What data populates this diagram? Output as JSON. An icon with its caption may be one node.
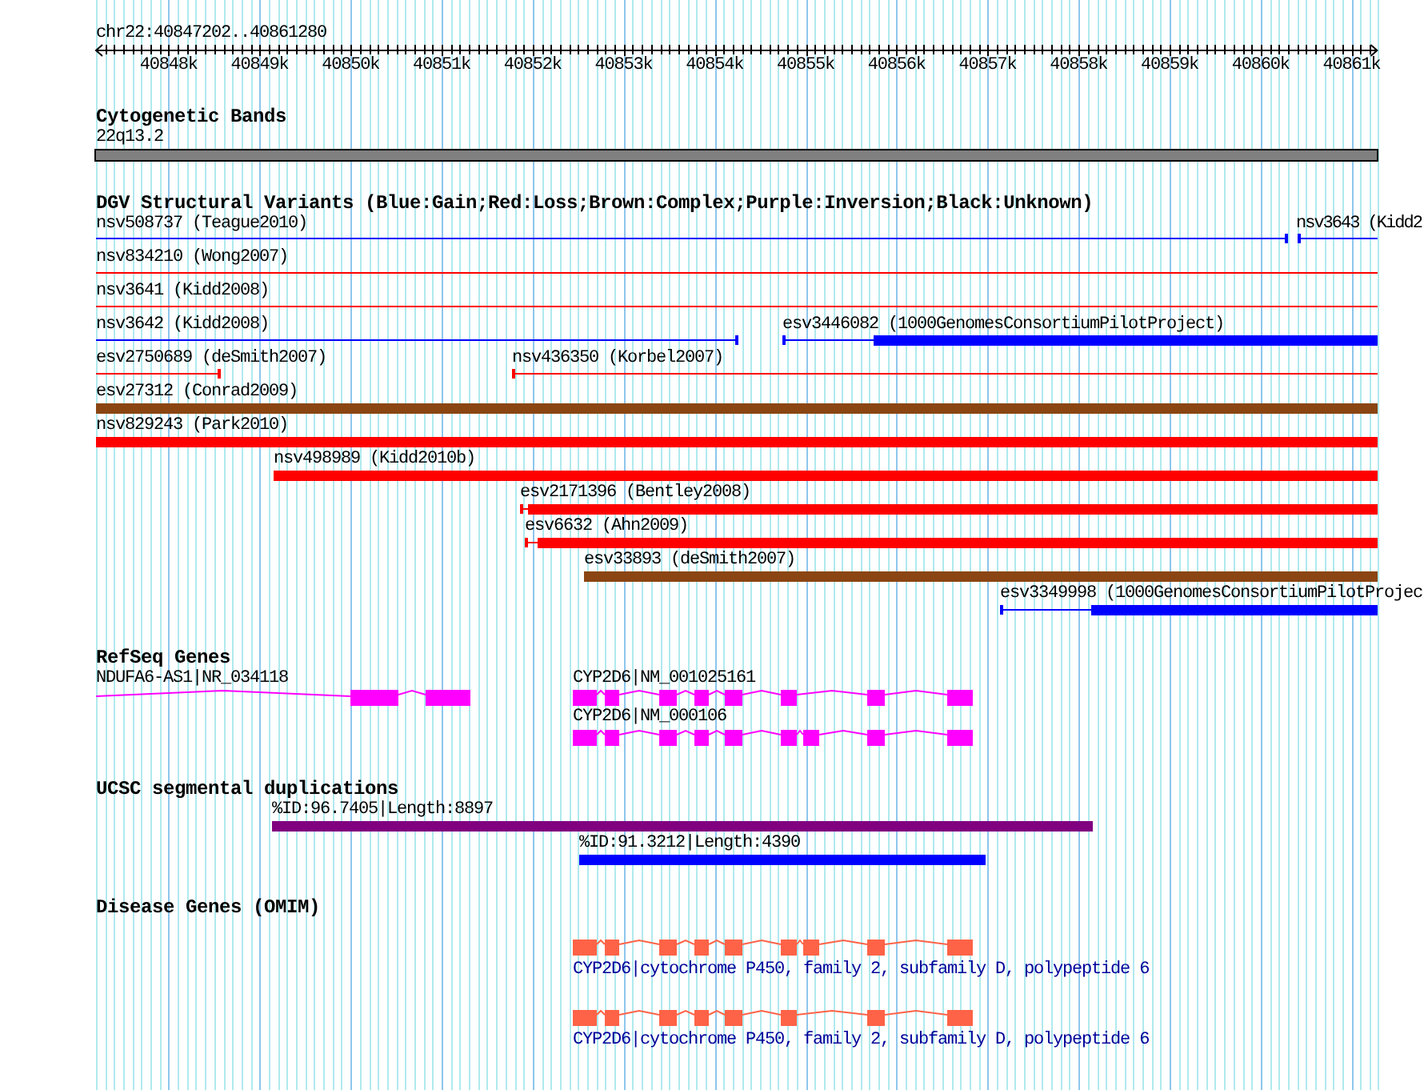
{
  "diagram": {
    "labels": [
      "chr22:40847202..40861280",
      "40848k",
      "40849k",
      "40850k",
      "40851k",
      "40852k",
      "40853k",
      "40854k",
      "40855k",
      "40856k",
      "40857k",
      "40858k",
      "40859k",
      "40860k",
      "40861k",
      "Cytogenetic Bands",
      "22q13.2",
      "DGV Structural Variants (Blue:Gain;Red:Loss;Brown:Complex;Purple:Inversion;Black:Unknown)",
      "nsv508737 (Teague2010)",
      "nsv3643 (Kidd2",
      "nsv834210 (Wong2007)",
      "nsv3641 (Kidd2008)",
      "nsv3642 (Kidd2008)",
      "esv3446082 (1000GenomesConsortiumPilotProject)",
      "esv2750689 (deSmith2007)",
      "nsv436350 (Korbel2007)",
      "esv27312 (Conrad2009)",
      "nsv829243 (Park2010)",
      "nsv498989 (Kidd2010b)",
      "esv2171396 (Bentley2008)",
      "esv6632 (Ahn2009)",
      "esv33893 (deSmith2007)",
      "esv3349998 (1000GenomesConsortiumPilotProjec",
      "RefSeq Genes",
      "NDUFA6-AS1|NR_034118",
      "CYP2D6|NM_001025161",
      "CYP2D6|NM_000106",
      "UCSC segmental duplications",
      "%ID:96.7405|Length:8897",
      "%ID:91.3212|Length:4390",
      "Disease Genes (OMIM)",
      "CYP2D6|cytochrome P450, family 2, subfamily D, polypeptide 6",
      "CYP2D6|cytochrome P450, family 2, subfamily D, polypeptide 6"
    ]
  }
}
